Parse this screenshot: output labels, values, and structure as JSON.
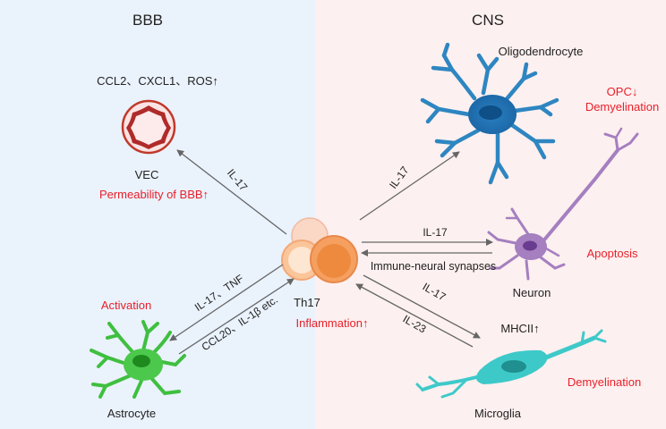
{
  "panels": {
    "left_title": "BBB",
    "right_title": "CNS"
  },
  "center": {
    "cell_label": "Th17",
    "status": "Inflammation↑",
    "synapse_label": "Immune-neural synapses"
  },
  "vec": {
    "factors": "CCL2、CXCL1、ROS↑",
    "label": "VEC",
    "effect": "Permeability of BBB↑",
    "arrow_label": "IL-17"
  },
  "astrocyte": {
    "label": "Astrocyte",
    "effect": "Activation",
    "arrow_to_label": "IL-17、TNF",
    "arrow_from_label": "CCL20、IL-1β etc."
  },
  "oligodendrocyte": {
    "label": "Oligodendrocyte",
    "effect_line1": "OPC↓",
    "effect_line2": "Demyelination",
    "arrow_label": "IL-17"
  },
  "neuron": {
    "label": "Neuron",
    "effect": "Apoptosis",
    "arrow_label": "IL-17"
  },
  "microglia": {
    "label": "Microglia",
    "marker": "MHCII↑",
    "effect": "Demyelination",
    "arrow_to_label": "IL-17",
    "arrow_from_label": "IL-23"
  },
  "colors": {
    "left_bg": "#eaf2fc",
    "right_bg": "#fdf0f0",
    "effect_text": "#e8202a",
    "arrow": "#666666",
    "oligodendrocyte": "#2e86c1",
    "neuron": "#a57fc0",
    "microglia": "#3ec9c9",
    "astrocyte": "#4cc94c",
    "th17": "#f4a462"
  }
}
